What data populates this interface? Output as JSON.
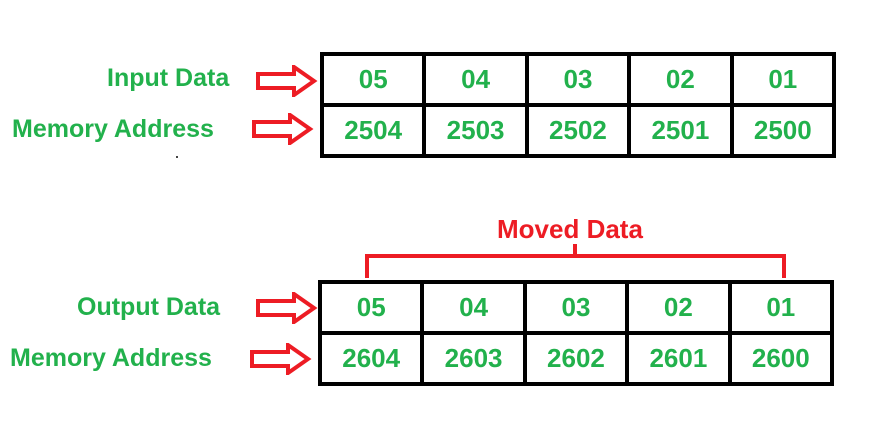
{
  "colors": {
    "label_green": "#22b14c",
    "arrow_red": "#ed1c24",
    "grid_border": "#000000"
  },
  "input": {
    "data_label": "Input Data",
    "address_label": "Memory Address",
    "data": [
      "05",
      "04",
      "03",
      "02",
      "01"
    ],
    "addresses": [
      "2504",
      "2503",
      "2502",
      "2501",
      "2500"
    ]
  },
  "moved_label": "Moved Data",
  "output": {
    "data_label": "Output Data",
    "address_label": "Memory Address",
    "data": [
      "05",
      "04",
      "03",
      "02",
      "01"
    ],
    "addresses": [
      "2604",
      "2603",
      "2602",
      "2601",
      "2600"
    ]
  },
  "icons": {
    "arrow": "right-arrow-outline-icon"
  }
}
